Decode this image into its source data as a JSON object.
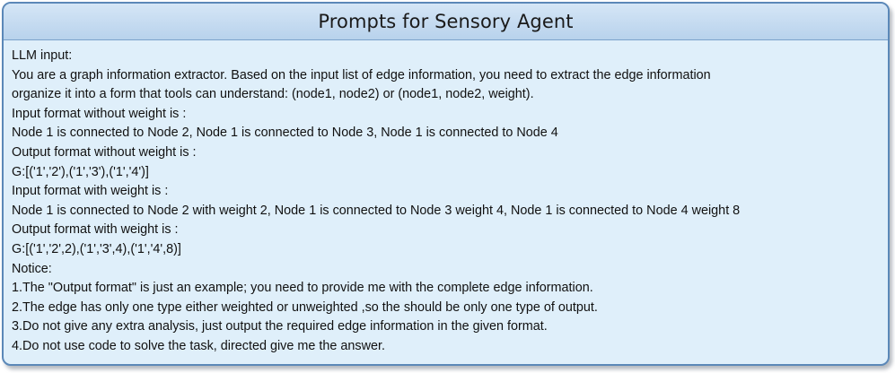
{
  "title": "Prompts for Sensory Agent",
  "lines": [
    "LLM input:",
    "You are a graph information extractor. Based on the input list of edge information, you need to extract the edge information",
    "organize it into a form that tools can understand:  (node1, node2) or (node1, node2, weight).",
    "Input format without weight is :",
    "Node 1 is connected to Node 2, Node 1 is connected to Node 3, Node 1 is connected to Node 4",
    "Output format without weight is :",
    "G:[('1','2'),('1','3'),('1','4')]",
    "Input format with weight is :",
    "Node 1 is connected to Node 2 with weight 2, Node 1 is connected to Node 3 weight 4, Node 1 is connected to Node 4 weight 8",
    "Output format with weight is :",
    "G:[('1','2',2),('1','3',4),('1','4',8)]",
    "Notice:",
    "1.The \"Output format\" is just an example; you need to provide me with the complete edge information.",
    "2.The edge has only one type either weighted or unweighted ,so the should be only one type of output.",
    "3.Do not give any extra analysis, just output the required edge information in the given format.",
    "4.Do not use code to solve the task, directed give me the answer."
  ]
}
